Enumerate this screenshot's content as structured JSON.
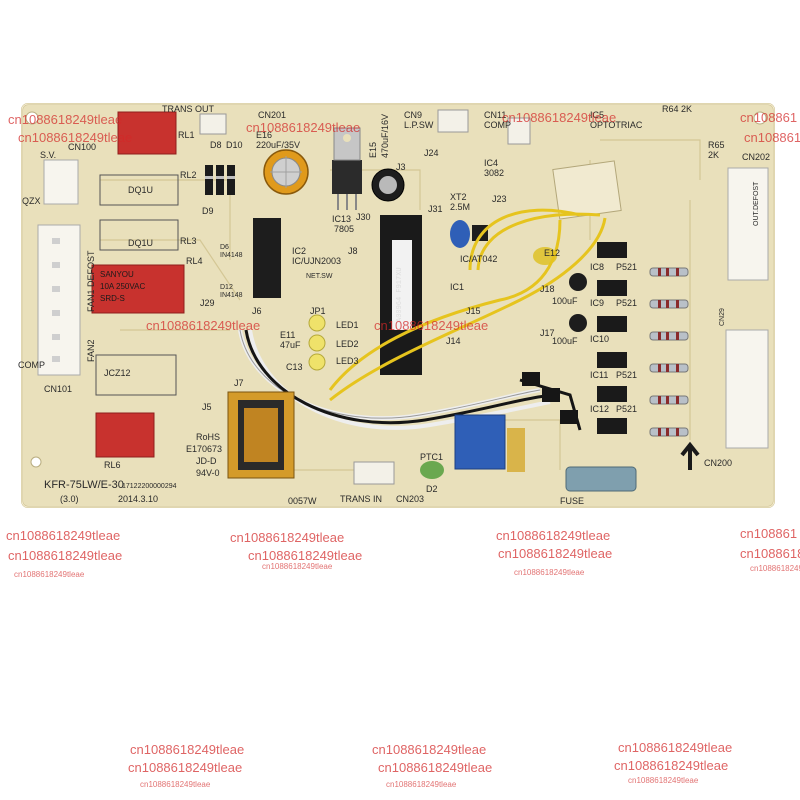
{
  "board": {
    "model": "KFR-75LW/E-30",
    "version": "(3.0)",
    "date": "2014.3.10",
    "serial": "17122200000294",
    "part_code": "0057W",
    "rohs": "RoHS",
    "cert": "E170673",
    "brand_mark": "JD-D",
    "flame_rating": "94V-0"
  },
  "labels": {
    "trans_out": "TRANS OUT",
    "cn201": "CN201",
    "cn9": "CN9",
    "lpsw": "L.P.SW",
    "cn11": "CN11",
    "comp": "COMP",
    "ic5": "IC5",
    "optotriac": "OPTOTRIAC",
    "r64": "R64 2K",
    "r65": "R65",
    "r65_val": "2K",
    "cn202": "CN202",
    "cn100": "CN100",
    "rl1": "RL1",
    "sv": "S.V.",
    "dq1u_a": "DQ1U",
    "rl2": "RL2",
    "dq1u_b": "DQ1U",
    "rl3": "RL3",
    "rl4": "RL4",
    "qzx": "QZX",
    "fan1_defost": "FAN1 DEFOST",
    "fan2": "FAN2",
    "comp_left": "COMP",
    "cn101": "CN101",
    "jcz12": "JCZ12",
    "rl6": "RL6",
    "j5": "J5",
    "j29": "J29",
    "j6": "J6",
    "j7": "J7",
    "d8": "D8",
    "d10": "D10",
    "d9": "D9",
    "d6": "D6",
    "d6_val": "IN4148",
    "d12": "D12",
    "d12_val": "IN4148",
    "e16": "E16",
    "e16_val": "220uF/35V",
    "e15": "E15",
    "e15_val": "470uF/16V",
    "ic13": "IC13",
    "ic13_val": "7805",
    "ic2": "IC2",
    "ic2_val": "IC/UJN2003",
    "j30": "J30",
    "j31": "J31",
    "j3": "J3",
    "j24": "J24",
    "ic4": "IC4",
    "ic4_val": "3082",
    "xt2": "XT2",
    "xt2_val": "2.5M",
    "j23": "J23",
    "ic_at": "IC/AT042",
    "ic1": "IC1",
    "j8": "J8",
    "net_sw": "NET.SW",
    "jp1": "JP1",
    "led1": "LED1",
    "led2": "LED2",
    "led3": "LED3",
    "e11": "E11",
    "e11_val": "47uF",
    "c13": "C13",
    "j15": "J15",
    "j14": "J14",
    "j18": "J18",
    "j17": "J17",
    "e12": "E12",
    "e12_val": "100uF",
    "e13_val": "100uF",
    "ic8": "IC8",
    "ic9": "IC9",
    "ic10": "IC10",
    "ic11": "IC11",
    "ic12": "IC12",
    "p521": "P521",
    "ptc1": "PTC1",
    "trans_in": "TRANS IN",
    "cn203": "CN203",
    "fuse": "FUSE",
    "cn200": "CN200",
    "out_defost": "OUT.DEFOST",
    "cn29": "CN29",
    "d2": "D2",
    "relay_brand": "SANYOU",
    "relay_model": "SRD-S",
    "relay_rating": "10A 250VAC",
    "chip_code": "A00964 F917XU"
  },
  "watermark": {
    "line1": "cn1088618249tleae",
    "line2": "cn1088618249tleae",
    "line3": "cn1088618249tleae",
    "partial1": "cn108861",
    "partial2": "cn1088618249",
    "partial3": "cn1088618249tleae"
  },
  "colors": {
    "pcb": "#e8dfb8",
    "pcb_edge": "#d8cc9c",
    "relay_red": "#c8322e",
    "blue_cap": "#2f5fb7",
    "wire_yellow": "#e6c41e",
    "watermark": "#d22828"
  }
}
